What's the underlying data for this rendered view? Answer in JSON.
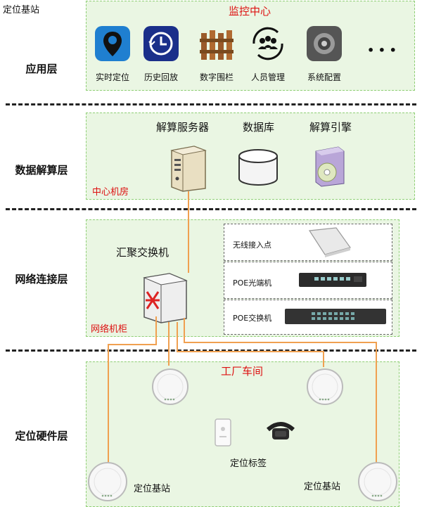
{
  "corner_label": "定位基站",
  "layers": {
    "application": "应用层",
    "data": "数据解算层",
    "network": "网络连接层",
    "hardware": "定位硬件层"
  },
  "app": {
    "title": "监控中心",
    "items": [
      "实时定位",
      "历史回放",
      "数字围栏",
      "人员管理",
      "系统配置"
    ],
    "more": "• • •"
  },
  "data_layer": {
    "items": [
      "解算服务器",
      "数据库",
      "解算引擎"
    ],
    "room": "中心机房"
  },
  "network": {
    "switch_title": "汇聚交换机",
    "cabinet": "网络机柜",
    "devices": [
      "无线接入点",
      "POE光端机",
      "POE交换机"
    ]
  },
  "hardware": {
    "workshop": "工厂车间",
    "tag": "定位标签",
    "station_left": "定位基站",
    "station_right": "定位基站"
  },
  "colors": {
    "cable": "#f0a050",
    "panel": "#eaf6e3",
    "red_text": "#dd1111"
  }
}
